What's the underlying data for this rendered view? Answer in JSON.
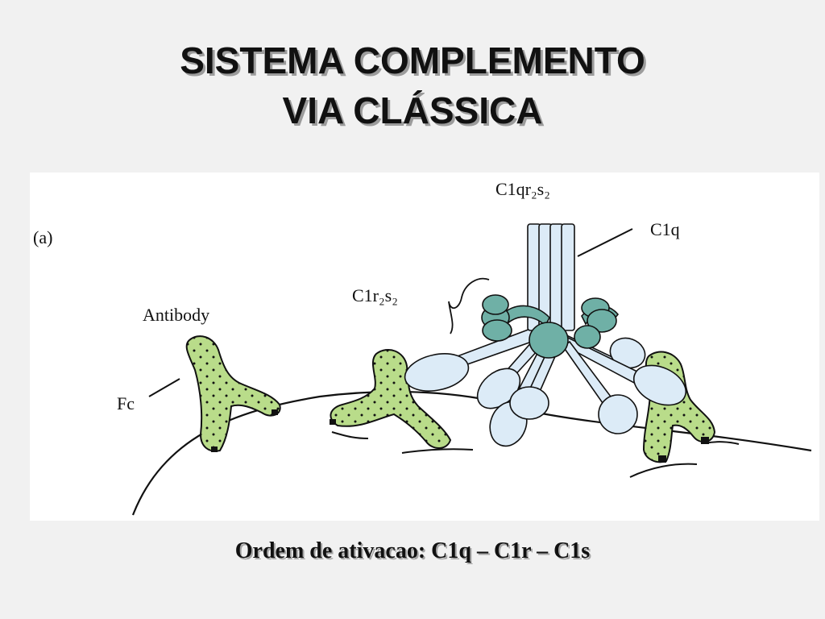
{
  "slide": {
    "title_line1": "SISTEMA COMPLEMENTO",
    "title_line2": "VIA CLÁSSICA",
    "caption": "Ordem de ativacao: C1q – C1r – C1s"
  },
  "diagram": {
    "panel_label": "(a)",
    "labels": {
      "complex": "C1qr₂s₂",
      "c1q": "C1q",
      "c1r2s2": "C1r₂s₂",
      "antibody": "Antibody",
      "fc": "Fc"
    },
    "colors": {
      "antibody_fill": "#b9dc8a",
      "c1q_fill": "#dcebf7",
      "c1r_s_fill": "#6fb0a6",
      "outline": "#111111"
    }
  }
}
